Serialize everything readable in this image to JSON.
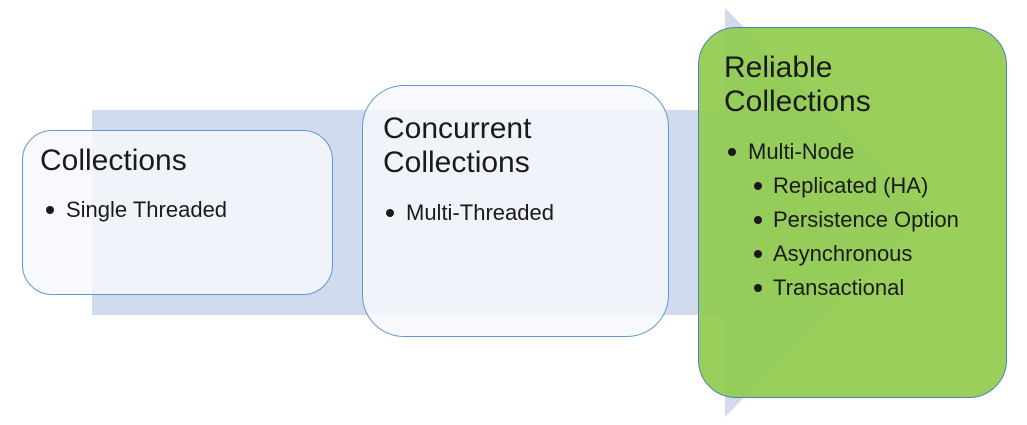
{
  "diagram": {
    "description": "Three-stage progression diagram from Collections to Reliable Collections over a right-pointing arrow",
    "colors": {
      "arrow_fill": "#d2dbed",
      "box_border_blue": "#5b9bd5",
      "green_fill": "#9cd05f",
      "light_box_fill": "#f6f8fc",
      "text": "#1a1a1a"
    },
    "arrow": {
      "name": "progression-arrow"
    },
    "boxes": [
      {
        "title": "Collections",
        "bullets": [
          {
            "level": 1,
            "text": "Single Threaded"
          }
        ]
      },
      {
        "title": "Concurrent Collections",
        "bullets": [
          {
            "level": 1,
            "text": "Multi-Threaded"
          }
        ]
      },
      {
        "title": "Reliable Collections",
        "bullets": [
          {
            "level": 1,
            "text": "Multi-Node"
          },
          {
            "level": 2,
            "text": "Replicated (HA)"
          },
          {
            "level": 2,
            "text": "Persistence Option"
          },
          {
            "level": 2,
            "text": "Asynchronous"
          },
          {
            "level": 2,
            "text": "Transactional"
          }
        ]
      }
    ]
  }
}
